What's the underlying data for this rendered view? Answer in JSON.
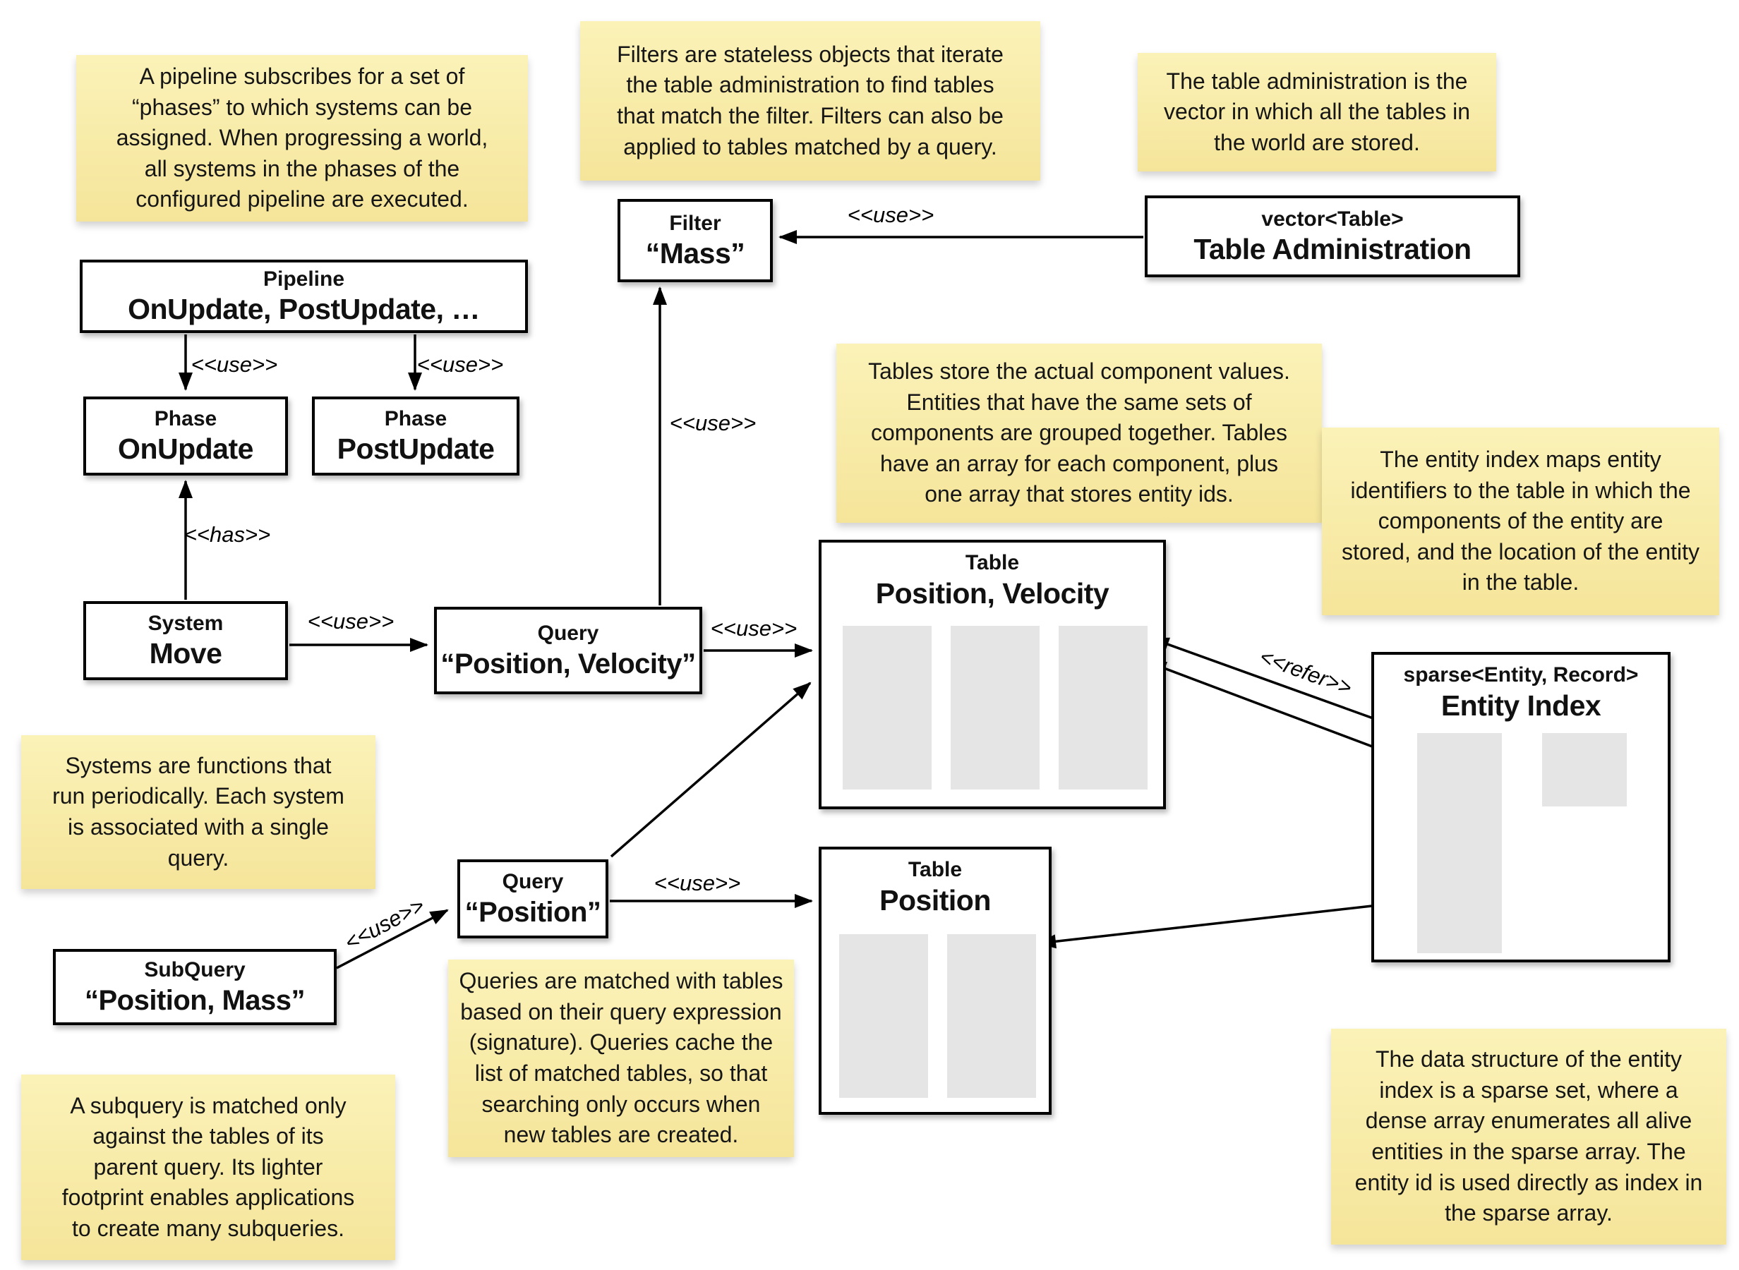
{
  "diagram": {
    "labels": {
      "use": "<<use>>",
      "has": "<<has>>",
      "refer": "<<refer>>"
    },
    "notes": {
      "pipeline": "A pipeline subscribes for a set of\n“phases” to which systems can be\nassigned. When progressing a world,\nall systems in the phases of the\nconfigured pipeline are executed.",
      "filters": "Filters are stateless objects that iterate\nthe table administration to find tables\nthat match the filter. Filters can also be\napplied to tables matched by a query.",
      "table_admin": "The table administration is the\nvector in which all the tables in\nthe world are stored.",
      "tables": "Tables store the actual component values.\nEntities that have the same sets of\ncomponents are grouped together. Tables\nhave an array for each component, plus\none array that stores entity ids.",
      "entity_index": "The entity index maps entity\nidentifiers to the table in which the\ncomponents of the entity are\nstored, and the location of the entity\nin the table.",
      "systems": "Systems are functions that\nrun periodically. Each system\nis associated with a single\nquery.",
      "queries": "Queries are matched with tables\nbased on their query expression\n(signature). Queries cache the\nlist of matched tables, so that\nsearching only occurs when\nnew tables are created.",
      "subquery": "A subquery is matched only\nagainst the tables of its\nparent query. Its lighter\nfootprint enables applications\nto create many subqueries.",
      "sparse_set": "The data structure of the entity\nindex is a sparse set, where a\ndense array enumerates all alive\nentities in the sparse array. The\nentity id is used directly as index in\nthe sparse array."
    },
    "boxes": {
      "pipeline": {
        "type": "Pipeline",
        "name": "OnUpdate, PostUpdate, …"
      },
      "phase_onupdate": {
        "type": "Phase",
        "name": "OnUpdate"
      },
      "phase_postupdate": {
        "type": "Phase",
        "name": "PostUpdate"
      },
      "system_move": {
        "type": "System",
        "name": "Move"
      },
      "query_position_velocity": {
        "type": "Query",
        "name": "“Position, Velocity”"
      },
      "query_position": {
        "type": "Query",
        "name": "“Position”"
      },
      "subquery_position_mass": {
        "type": "SubQuery",
        "name": "“Position, Mass”"
      },
      "filter_mass": {
        "type": "Filter",
        "name": "“Mass”"
      },
      "table_administration": {
        "type": "vector<Table>",
        "name": "Table Administration"
      },
      "table_position_velocity": {
        "type": "Table",
        "name": "Position, Velocity"
      },
      "table_position": {
        "type": "Table",
        "name": "Position"
      },
      "entity_index": {
        "type": "sparse<Entity, Record>",
        "name": "Entity Index"
      }
    },
    "colors": {
      "note_background_top": "#FBF2B8",
      "note_background_bottom": "#F5E59A",
      "box_border": "#000000",
      "column_fill": "#E5E5E5"
    }
  }
}
